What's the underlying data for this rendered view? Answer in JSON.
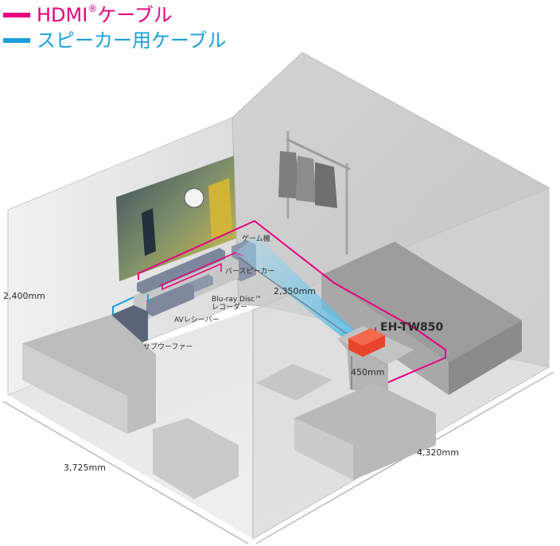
{
  "legend": {
    "hdmi": {
      "label": "HDMI",
      "mark": "®",
      "suffix": "ケーブル",
      "color": "#e6007e"
    },
    "speaker": {
      "label": "スピーカー用ケーブル",
      "color": "#1aa0dc"
    }
  },
  "labels": {
    "height": "2,400mm",
    "throw_distance": "2,350mm",
    "projector_model": "EH-TW850",
    "table_height": "450mm",
    "room_width": "3,725mm",
    "room_length": "4,320mm",
    "game": "ゲーム機",
    "bar_speaker": "バースピーカー",
    "bluray_line1": "Blu-ray Disc™",
    "bluray_line2": "レコーダー",
    "av_receiver": "AVレシーバー",
    "subwoofer": "サブウーファー"
  },
  "colors": {
    "hdmi": "#e6007e",
    "speaker": "#1aa0dc",
    "projector": "#e8452c",
    "beam": "#8fd3f2"
  }
}
